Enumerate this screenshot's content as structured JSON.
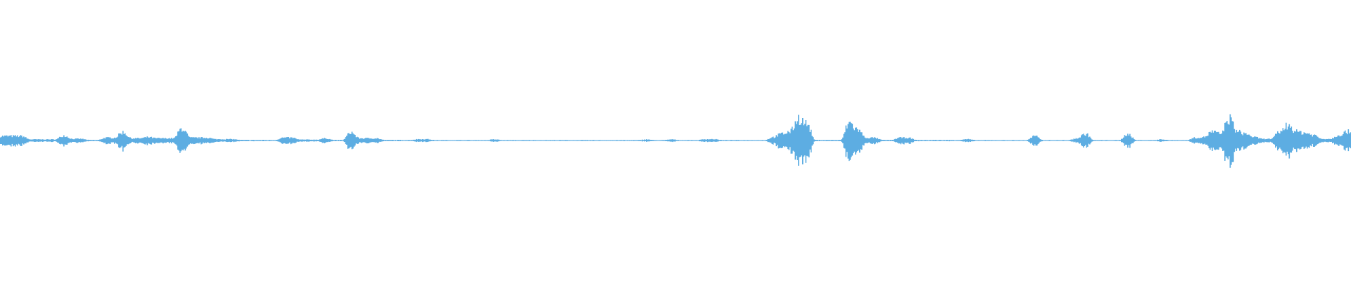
{
  "chart_data": {
    "type": "area",
    "color": "#5dade2",
    "grid": false,
    "ylim": [
      -1,
      1
    ],
    "amplitude": [
      0.04,
      0.04,
      0.04,
      0.01,
      0.01,
      0.01,
      0.01,
      0.045,
      0.015,
      0.015,
      0.005,
      0.005,
      0.025,
      0.025,
      0.075,
      0.02,
      0.02,
      0.03,
      0.02,
      0.02,
      0.02,
      0.11,
      0.025,
      0.025,
      0.025,
      0.012,
      0.012,
      0.012,
      0.005,
      0.005,
      0.005,
      0.005,
      0.005,
      0.025,
      0.025,
      0.008,
      0.008,
      0.008,
      0.02,
      0.005,
      0.005,
      0.075,
      0.02,
      0.02,
      0.02,
      0.005,
      0.005,
      0.005,
      0.005,
      0.012,
      0.012,
      0.004,
      0.004,
      0.004,
      0.004,
      0.004,
      0.004,
      0.004,
      0.01,
      0.004,
      0.004,
      0.004,
      0.004,
      0.004,
      0.004,
      0.004,
      0.004,
      0.004,
      0.004,
      0.004,
      0.004,
      0.004,
      0.004,
      0.004,
      0.004,
      0.004,
      0.01,
      0.004,
      0.004,
      0.01,
      0.004,
      0.004,
      0.004,
      0.012,
      0.012,
      0.004,
      0.004,
      0.004,
      0.004,
      0.004,
      0.004,
      0.03,
      0.06,
      0.08,
      0.2,
      0.15,
      0.005,
      0.005,
      0.005,
      0.005,
      0.16,
      0.1,
      0.025,
      0.025,
      0.005,
      0.005,
      0.025,
      0.025,
      0.005,
      0.005,
      0.005,
      0.005,
      0.005,
      0.005,
      0.012,
      0.004,
      0.004,
      0.004,
      0.004,
      0.004,
      0.004,
      0.004,
      0.04,
      0.004,
      0.004,
      0.004,
      0.004,
      0.02,
      0.06,
      0.004,
      0.004,
      0.004,
      0.004,
      0.06,
      0.004,
      0.004,
      0.004,
      0.01,
      0.004,
      0.004,
      0.004,
      0.025,
      0.03,
      0.08,
      0.06,
      0.2,
      0.08,
      0.06,
      0.03,
      0.015,
      0.015,
      0.08,
      0.14,
      0.08,
      0.07,
      0.05,
      0.015,
      0.015,
      0.05,
      0.08
    ]
  }
}
